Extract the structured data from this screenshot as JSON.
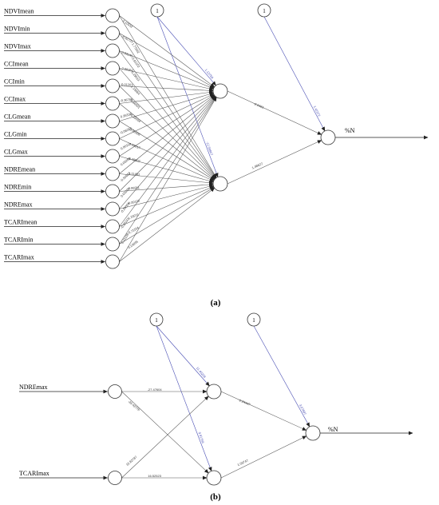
{
  "panels": [
    {
      "id": "a",
      "caption": "(a)",
      "inputs": [
        "NDVImean",
        "NDVImin",
        "NDVImax",
        "CCImean",
        "CCImin",
        "CCImax",
        "CLGmean",
        "CLGmin",
        "CLGmax",
        "NDREmean",
        "NDREmin",
        "NDREmax",
        "TCARImean",
        "TCARImin",
        "TCARImax"
      ],
      "bias_label": "1",
      "output_label": "%N",
      "input_weights_h1": [
        "2.10532",
        "-0.92731",
        "0.83145",
        "-2.09264",
        "-0.01207",
        "-0.36786",
        "0.35336",
        "-0.06287",
        "0.96111",
        "0.03269",
        "-0.50623",
        "0.01026",
        "-0.29004",
        "-0.20241",
        "0.31109"
      ],
      "input_weights_h2": [
        "1.77062",
        "-0.81102",
        "0.29013",
        "1.15064",
        "0.66001",
        "-0.39104",
        "0.06006",
        "1.09017",
        "0.46802",
        "1.11401",
        "0.06911",
        "-0.00102",
        "1.20211",
        "-0.71104",
        "0.13035"
      ],
      "bias_weights_hidden": [
        "1.12769",
        "-12.50847"
      ],
      "hidden_output_weights": [
        "-2.6461",
        "1.48627"
      ],
      "bias_weight_output": "1.42372"
    },
    {
      "id": "b",
      "caption": "(b)",
      "inputs": [
        "NDREmax",
        "TCARImax"
      ],
      "bias_label": "1",
      "output_label": "%N",
      "input_weights": [
        [
          "-27.47604",
          "-26.42776"
        ],
        [
          "15.82787",
          "16.52523"
        ]
      ],
      "bias_weights_hidden": [
        "11.40238",
        "9.91766"
      ],
      "hidden_output_weights": [
        "-2.24447",
        "1.03747"
      ],
      "bias_weight_output": "3.07897"
    }
  ],
  "colors": {
    "bias_edge": "#4b50b5",
    "edge": "#555555",
    "text": "#000000"
  }
}
